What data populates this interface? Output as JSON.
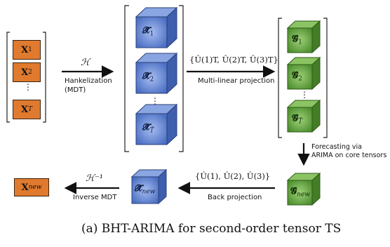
{
  "caption": "(a) BHT-ARIMA for second-order tensor TS",
  "input": {
    "items": [
      "X",
      "X",
      "X"
    ],
    "subs": [
      "1",
      "2",
      "T"
    ],
    "ellipsis": "⋮"
  },
  "hankel": {
    "symbol": "ℋ",
    "label_line1": "Hankelization",
    "label_line2": "(MDT)",
    "cubes": [
      "𝓧̂",
      "𝓧̂",
      "𝓧̂"
    ],
    "subs": [
      "1",
      "2",
      "T̂"
    ],
    "ellipsis": "⋮"
  },
  "projection": {
    "formula": "{Û(1)T, Û(2)T, Û(3)T}",
    "label": "Multi-linear projection"
  },
  "cores": {
    "cubes": [
      "𝓖̂",
      "𝓖̂",
      "𝓖̂"
    ],
    "subs": [
      "1",
      "2",
      "T̂"
    ],
    "ellipsis": "⋮"
  },
  "forecast": {
    "label_line1": "Forecasting via",
    "label_line2": "ARIMA on core tensors"
  },
  "new_core": {
    "symbol": "𝓖̂",
    "sub": "new"
  },
  "back": {
    "formula": "{Û(1), Û(2), Û(3)}",
    "label": "Back projection"
  },
  "new_tensor": {
    "symbol": "𝓧̂",
    "sub": "new"
  },
  "inverse": {
    "symbol": "ℋ⁻¹",
    "label": "Inverse MDT"
  },
  "output": {
    "symbol": "X",
    "sub": "new"
  },
  "colors": {
    "orange": "#e07a2f",
    "blue_front": "#5b7fd0",
    "blue_top": "#8aa6e2",
    "blue_side": "#3e5fae",
    "green_front": "#62a33c",
    "green_top": "#8cc463",
    "green_side": "#457d27"
  }
}
